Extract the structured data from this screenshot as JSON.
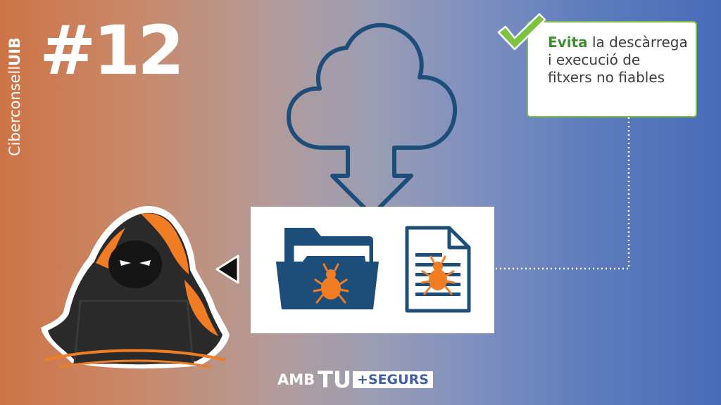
{
  "brand": {
    "prefix": "Ciberconsell",
    "suffix": "UIB"
  },
  "episode": "#12",
  "tip": {
    "emphasis": "Evita",
    "text": " la descàrrega i execució de fitxers no fiables"
  },
  "slogan": {
    "amb": "AMB",
    "tu": "TU",
    "segurs": "+SEGURS"
  },
  "colors": {
    "accent_orange": "#f07d24",
    "navy": "#1d4e79",
    "check_green": "#7ec242",
    "hacker_dark": "#2a2a2a"
  },
  "icons": [
    "check-icon",
    "cloud-download-icon",
    "folder-bug-icon",
    "document-bug-icon",
    "hacker-icon",
    "arrow-left-icon"
  ]
}
